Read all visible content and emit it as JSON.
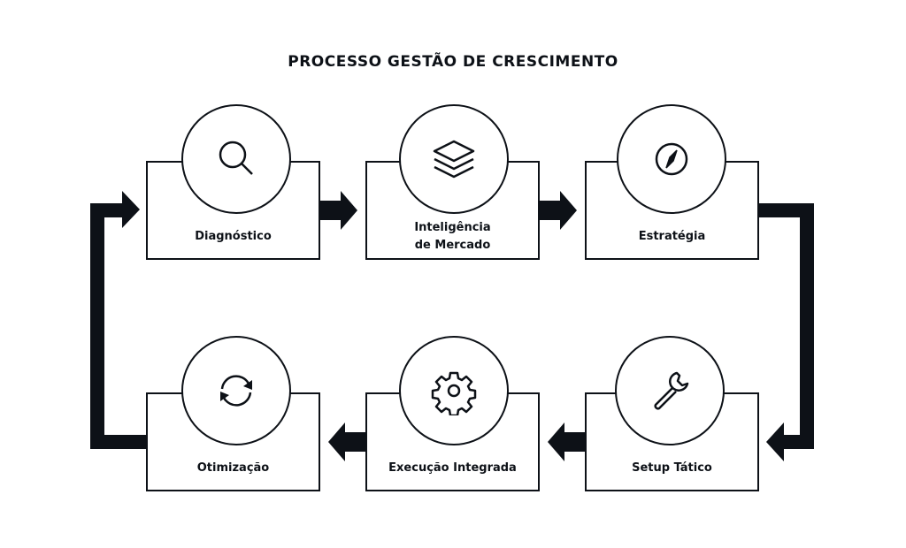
{
  "title": "PROCESSO GESTÃO DE CRESCIMENTO",
  "steps": [
    {
      "label": "Diagnóstico",
      "icon": "magnifier-icon"
    },
    {
      "label": "Inteligência\nde Mercado",
      "icon": "layers-icon"
    },
    {
      "label": "Estratégia",
      "icon": "compass-icon"
    },
    {
      "label": "Setup Tático",
      "icon": "wrench-icon"
    },
    {
      "label": "Execução Integrada",
      "icon": "gear-icon"
    },
    {
      "label": "Otimização",
      "icon": "refresh-icon"
    }
  ],
  "colors": {
    "ink": "#0d1117",
    "background": "#ffffff"
  }
}
